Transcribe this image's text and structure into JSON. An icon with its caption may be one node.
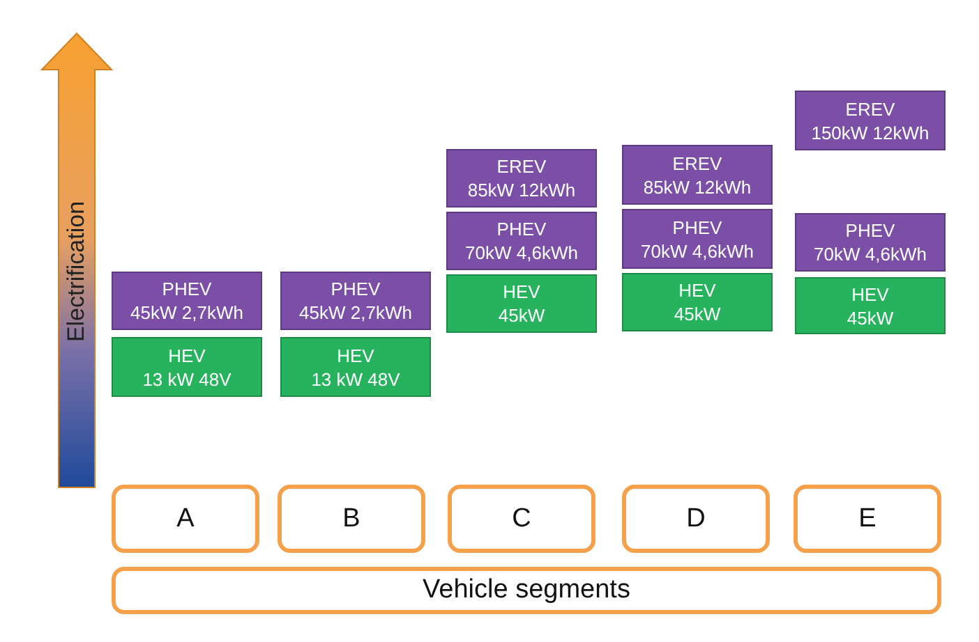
{
  "diagram": {
    "nodes": [
      {
        "text": [
          "PHEV",
          "45kW 2,7kWh"
        ]
      },
      {
        "text": [
          "HEV",
          "13 kW 48V"
        ]
      },
      {
        "text": [
          "PHEV",
          "45kW 2,7kWh"
        ]
      },
      {
        "text": [
          "HEV",
          "13 kW 48V"
        ]
      },
      {
        "text": [
          "EREV",
          "85kW 12kWh"
        ]
      },
      {
        "text": [
          "PHEV",
          "70kW 4,6kWh"
        ]
      },
      {
        "text": [
          "HEV",
          "45kW"
        ]
      },
      {
        "text": [
          "EREV",
          "85kW 12kWh"
        ]
      },
      {
        "text": [
          "PHEV",
          "70kW 4,6kWh"
        ]
      },
      {
        "text": [
          "HEV",
          "45kW"
        ]
      },
      {
        "text": [
          "EREV",
          "150kW 12kWh"
        ]
      },
      {
        "text": [
          "PHEV",
          "70kW 4,6kWh"
        ]
      },
      {
        "text": [
          "HEV",
          "45kW"
        ]
      },
      {
        "text": [
          "A"
        ]
      },
      {
        "text": [
          "B"
        ]
      },
      {
        "text": [
          "C"
        ]
      },
      {
        "text": [
          "D"
        ]
      },
      {
        "text": [
          "E"
        ]
      },
      {
        "text": [
          "Vehicle segments"
        ]
      }
    ],
    "edges": [],
    "labels": [
      "Electrification"
    ]
  }
}
